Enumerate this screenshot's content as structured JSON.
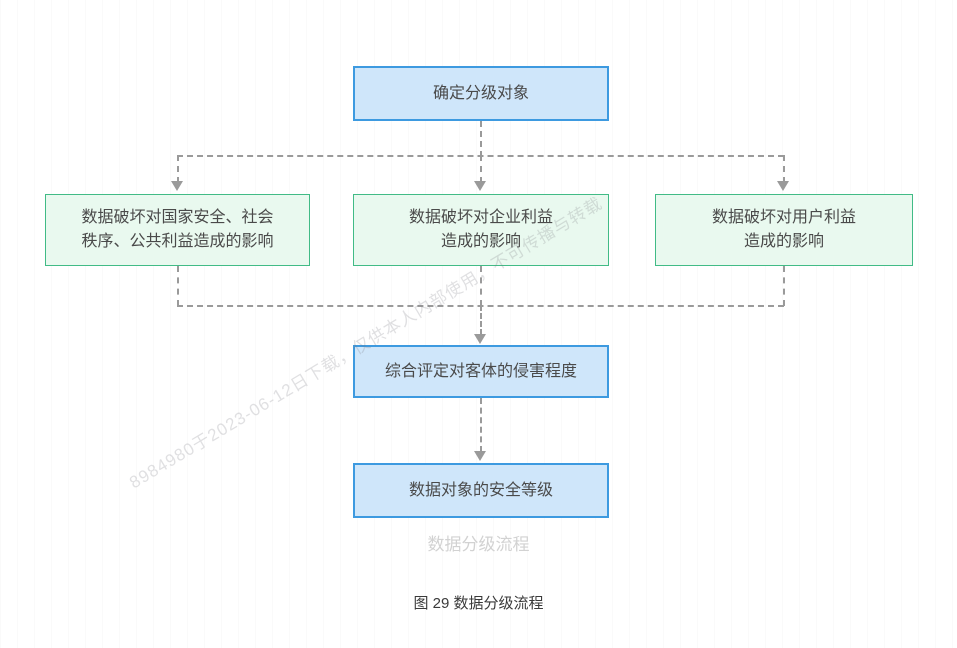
{
  "diagram": {
    "flow_label": "数据分级流程",
    "figure_caption": "图 29  数据分级流程",
    "watermark": "8984980于2023-06-12日下载，仅供本人内部使用，不可传播与转载",
    "colors": {
      "blue_fill": "#cfe6fa",
      "blue_border": "#3d9ae0",
      "green_fill": "#e9f9ef",
      "green_border": "#41bb86",
      "connector": "#9a9a9a",
      "node_text": "#4a4a4a",
      "flow_label_text": "#d2d2d2",
      "caption_text": "#3a3a3a",
      "background": "#ffffff"
    },
    "nodes": {
      "top": "确定分级对象",
      "impact_national": "数据破坏对国家安全、社会\n秩序、公共利益造成的影响",
      "impact_enterprise": "数据破坏对企业利益\n造成的影响",
      "impact_user": "数据破坏对用户利益\n造成的影响",
      "assessment": "综合评定对客体的侵害程度",
      "level": "数据对象的安全等级"
    }
  }
}
